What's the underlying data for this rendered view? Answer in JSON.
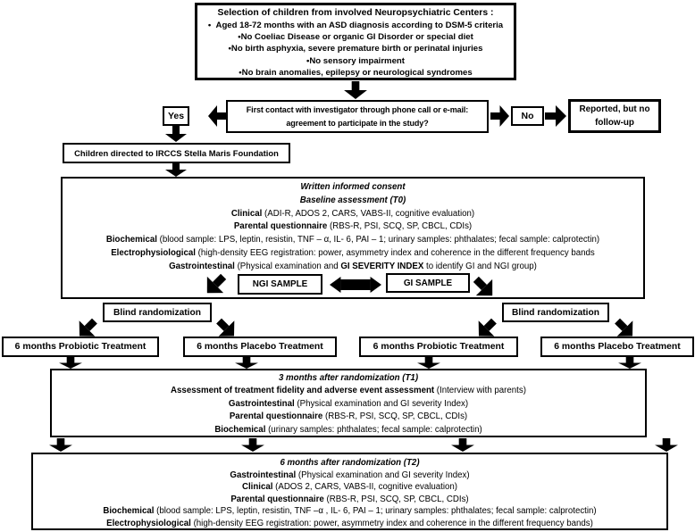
{
  "colors": {
    "ink": "#000000",
    "background": "#ffffff"
  },
  "top_box": {
    "title": "Selection of children from involved Neuropsychiatric Centers :",
    "lines": [
      "•  Aged 18-72 months with an ASD diagnosis according to DSM-5 criteria",
      "•No Coeliac Disease or organic GI Disorder or special diet",
      "•No birth asphyxia, severe premature birth or perinatal injuries",
      "•No sensory impairment",
      "•No brain anomalies, epilepsy or neurological syndromes"
    ]
  },
  "contact": {
    "question": [
      "First contact with investigator through phone call or e-mail:",
      "agreement to participate in the study?"
    ],
    "yes_label": "Yes",
    "no_label": "No",
    "no_outcome": [
      "Reported, but no",
      "follow-up"
    ]
  },
  "direction_box": {
    "label": "Children directed to IRCCS Stella Maris Foundation"
  },
  "t0_box": {
    "lines": [
      [
        {
          "t": "Written informed consent",
          "b": true,
          "i": true
        }
      ],
      [
        {
          "t": "Baseline assessment (T0)",
          "b": true,
          "i": true
        }
      ],
      [
        {
          "t": "Clinical ",
          "b": true
        },
        {
          "t": "(ADI-R, ADOS 2, CARS, VABS-II, cognitive evaluation)"
        }
      ],
      [
        {
          "t": "Parental questionnaire ",
          "b": true
        },
        {
          "t": "(RBS-R, PSI, SCQ, SP, CBCL, CDIs)"
        }
      ],
      [
        {
          "t": "Biochemical ",
          "b": true
        },
        {
          "t": "(blood sample: LPS, leptin, resistin, TNF – α, IL- 6, PAI – 1; urinary samples: phthalates; fecal sample: calprotectin)"
        }
      ],
      [
        {
          "t": "Electrophysiological ",
          "b": true
        },
        {
          "t": "(high-density EEG registration: power, asymmetry index and coherence in the different frequency bands"
        }
      ],
      [
        {
          "t": "Gastrointestinal ",
          "b": true
        },
        {
          "t": "(Physical examination and "
        },
        {
          "t": "GI SEVERITY INDEX",
          "b": true
        },
        {
          "t": " to identify GI and NGI group)"
        }
      ]
    ]
  },
  "samples": {
    "ngi_label": "NGI SAMPLE",
    "gi_label": "GI SAMPLE"
  },
  "randomization": {
    "left_label": "Blind randomization",
    "right_label": "Blind randomization"
  },
  "treatments": {
    "left_probiotic": "6 months Probiotic Treatment",
    "left_placebo": "6 months Placebo Treatment",
    "right_probiotic": "6 months Probiotic Treatment",
    "right_placebo": "6 months Placebo Treatment"
  },
  "t1_box": {
    "lines": [
      [
        {
          "t": "3 months after randomization (T1)",
          "b": true,
          "i": true
        }
      ],
      [
        {
          "t": "Assessment of treatment fidelity and adverse event assessment ",
          "b": true
        },
        {
          "t": "(Interview with parents)"
        }
      ],
      [
        {
          "t": "Gastrointestinal ",
          "b": true
        },
        {
          "t": "(Physical examination and GI severity Index)"
        }
      ],
      [
        {
          "t": "Parental questionnaire ",
          "b": true
        },
        {
          "t": "(RBS-R, PSI, SCQ, SP, CBCL, CDIs)"
        }
      ],
      [
        {
          "t": "Biochemical ",
          "b": true
        },
        {
          "t": "(urinary samples: phthalates; fecal sample: calprotectin)"
        }
      ]
    ]
  },
  "t2_box": {
    "lines": [
      [
        {
          "t": "6 months after randomization (T2)",
          "b": true,
          "i": true
        }
      ],
      [
        {
          "t": "Gastrointestinal ",
          "b": true
        },
        {
          "t": "(Physical examination and GI severity Index)"
        }
      ],
      [
        {
          "t": "Clinical ",
          "b": true
        },
        {
          "t": "(ADOS 2, CARS, VABS-II, cognitive evaluation)"
        }
      ],
      [
        {
          "t": "Parental questionnaire ",
          "b": true
        },
        {
          "t": "(RBS-R, PSI, SCQ, SP, CBCL, CDIs)"
        }
      ],
      [
        {
          "t": "Biochemical ",
          "b": true
        },
        {
          "t": "(blood sample: LPS, leptin, resistin, TNF –α , IL- 6, PAI – 1; urinary samples: phthalates; fecal sample: calprotectin)"
        }
      ],
      [
        {
          "t": "Electrophysiological ",
          "b": true
        },
        {
          "t": "(high-density EEG registration: power, asymmetry index and coherence in the different frequency bands)"
        }
      ]
    ]
  }
}
